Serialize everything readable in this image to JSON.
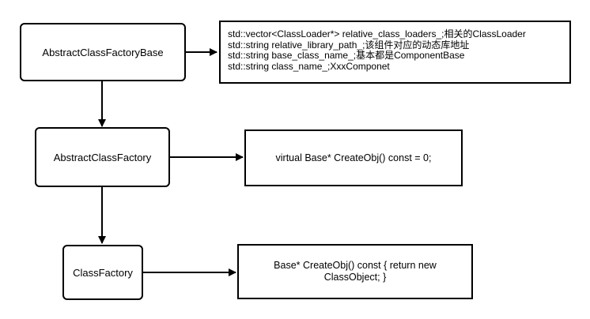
{
  "nodes": {
    "abstract_class_factory_base": "AbstractClassFactoryBase",
    "abstract_class_factory": "AbstractClassFactory",
    "class_factory": "ClassFactory"
  },
  "base_members": [
    "std::vector<ClassLoader*> relative_class_loaders_;相关的ClassLoader",
    "std::string relative_library_path_;该组件对应的动态库地址",
    "std::string base_class_name_;基本都是ComponentBase",
    "std::string class_name_;XxxComponet"
  ],
  "abstract_method": "virtual Base* CreateObj() const = 0;",
  "concrete_method": "Base* CreateObj() const { return new ClassObject; }",
  "colors": {
    "stroke": "#000000",
    "background": "#ffffff"
  }
}
